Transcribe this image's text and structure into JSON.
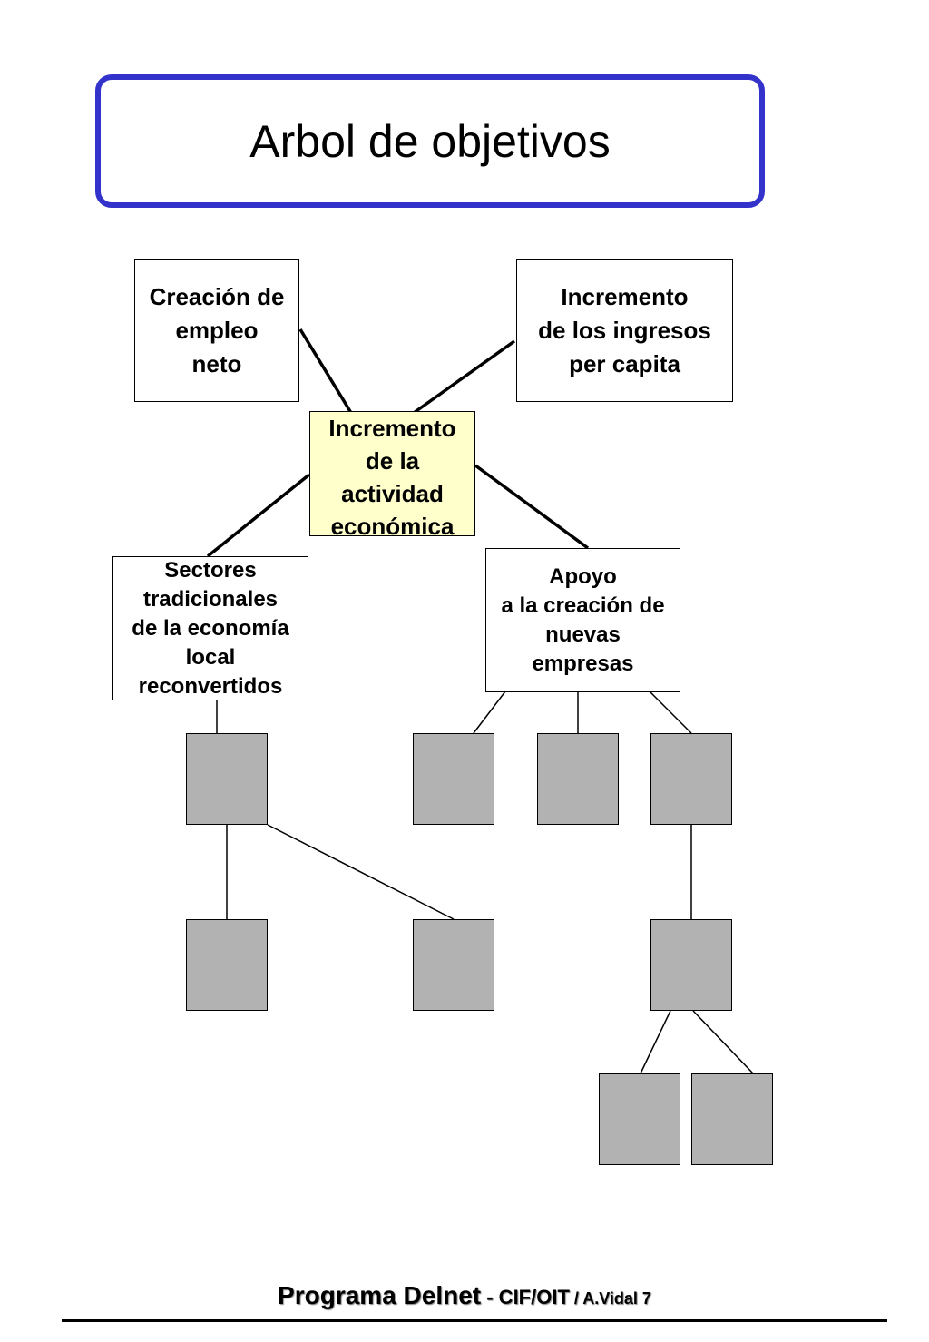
{
  "title": "Arbol de objetivos",
  "nodes": {
    "empleo": "Creación de\nempleo\nneto",
    "ingresos": "Incremento\nde los ingresos\nper capita",
    "actividad": "Incremento\nde la\nactividad\neconómica",
    "sectores": "Sectores\ntradicionales\nde la economía\nlocal\nreconvertidos",
    "apoyo": "Apoyo\na la creación de\nnuevas\nempresas"
  },
  "colors": {
    "title_border": "#3333cc",
    "center_fill": "#ffffcc",
    "leaf_fill": "#b2b2b2"
  },
  "footer": {
    "program": "Programa Delnet",
    "org": " - CIF/OIT",
    "author": " / A.Vidal 7"
  }
}
